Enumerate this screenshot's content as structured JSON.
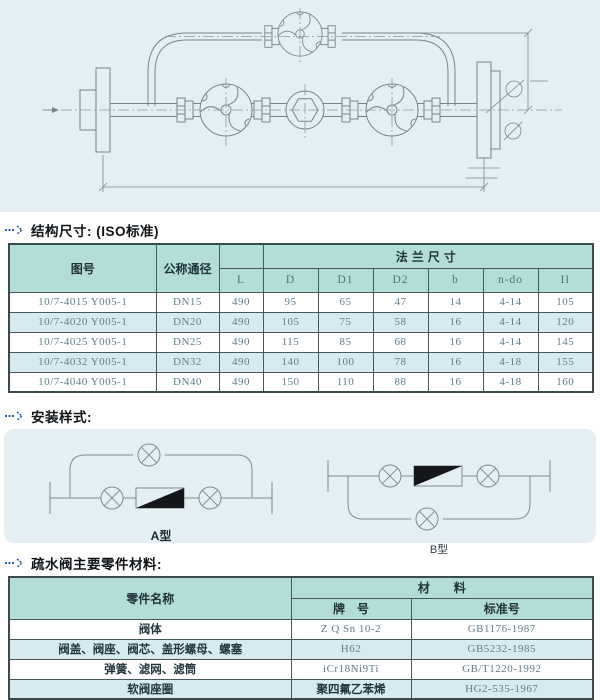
{
  "sections": {
    "dims_title": "结构尺寸: (ISO标准)",
    "install_title": "安装样式:",
    "materials_title": "疏水阀主要零件材料:"
  },
  "install": {
    "type_a_label": "A型",
    "type_b_label": "B型"
  },
  "dims_table": {
    "col_drawing_no": "图号",
    "col_nominal_dia": "公称通径",
    "col_flange": "法兰尺寸",
    "sub_cols": [
      "L",
      "D",
      "D1",
      "D2",
      "b",
      "n-do",
      "II"
    ],
    "rows": [
      [
        "10/7-4015 Y005-1",
        "DN15",
        "490",
        "95",
        "65",
        "47",
        "14",
        "4-14",
        "105"
      ],
      [
        "10/7-4020 Y005-1",
        "DN20",
        "490",
        "105",
        "75",
        "58",
        "16",
        "4-14",
        "120"
      ],
      [
        "10/7-4025 Y005-1",
        "DN25",
        "490",
        "115",
        "85",
        "68",
        "16",
        "4-14",
        "145"
      ],
      [
        "10/7-4032 Y005-1",
        "DN32",
        "490",
        "140",
        "100",
        "78",
        "16",
        "4-18",
        "155"
      ],
      [
        "10/7-4040 Y005-1",
        "DN40",
        "490",
        "150",
        "110",
        "88",
        "16",
        "4-18",
        "160"
      ]
    ]
  },
  "materials_table": {
    "col_part": "零件名称",
    "col_material": "材　　料",
    "col_grade": "牌　号",
    "col_standard": "标准号",
    "rows": [
      [
        "阀体",
        "Z Q Sn 10-2",
        "GB1176-1987"
      ],
      [
        "阀盖、阀座、阀芯、盖形螺母、螺塞",
        "H62",
        "GB5232-1985"
      ],
      [
        "弹簧、滤网、滤筒",
        "iCr18Ni9Ti",
        "GB/T1220-1992"
      ],
      [
        "软阀座圈",
        "聚四氟乙苯烯",
        "HG2-535-1967"
      ]
    ]
  },
  "colors": {
    "panel_bg": "#e3eff2",
    "table_header_bg": "#b3ded8",
    "row_alt_bg": "#d6eaf0",
    "accent_blue": "#2b5fb8"
  }
}
